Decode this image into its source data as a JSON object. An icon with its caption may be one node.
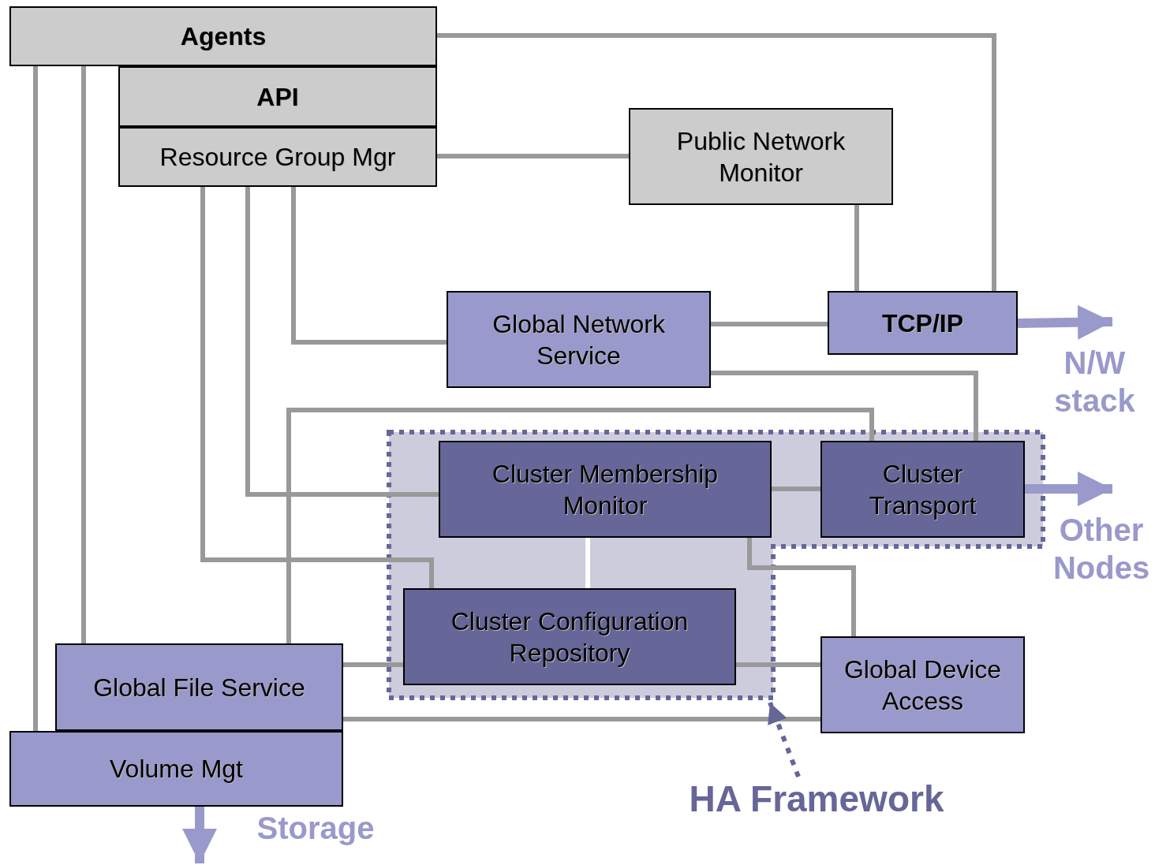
{
  "diagram": {
    "nodes": [
      {
        "text": [
          "Agents"
        ]
      },
      {
        "text": [
          "API"
        ]
      },
      {
        "text": [
          "Resource Group Mgr"
        ]
      },
      {
        "text": [
          "Public Network Monitor"
        ]
      },
      {
        "text": [
          "Global Network Service"
        ]
      },
      {
        "text": [
          "TCP/IP"
        ]
      },
      {
        "text": [],
        "shape": "box"
      },
      {
        "text": [
          "Cluster Membership Monitor"
        ],
        "in": 6
      },
      {
        "text": [
          "Cluster Transport"
        ],
        "in": 6
      },
      {
        "text": [
          "Cluster Configuration Repository"
        ],
        "in": 6
      },
      {
        "text": [
          "Global File Service"
        ]
      },
      {
        "text": [
          "Volume Mgt"
        ]
      },
      {
        "text": [
          "Global Device Access"
        ]
      },
      {
        "text": [
          "HA Framework"
        ]
      }
    ],
    "edges": [
      {
        "from": 0,
        "to": 5,
        "arrow": "none"
      },
      {
        "from": 0,
        "to": 11,
        "arrow": "none"
      },
      {
        "from": 0,
        "to": 10,
        "arrow": "none"
      },
      {
        "from": 2,
        "to": 3,
        "arrow": "none"
      },
      {
        "from": 2,
        "to": 4,
        "arrow": "none"
      },
      {
        "from": 2,
        "to": 7,
        "arrow": "none"
      },
      {
        "from": 2,
        "to": 9,
        "arrow": "none"
      },
      {
        "from": 3,
        "to": 5,
        "arrow": "none"
      },
      {
        "from": 4,
        "to": 5,
        "arrow": "none"
      },
      {
        "from": 4,
        "to": 8,
        "arrow": "none"
      },
      {
        "from": 10,
        "to": 8,
        "arrow": "none"
      },
      {
        "from": 7,
        "to": 8,
        "arrow": "none"
      },
      {
        "from": 7,
        "to": 9,
        "arrow": "none",
        "color": "#ffffff"
      },
      {
        "from": 7,
        "to": 12,
        "arrow": "none"
      },
      {
        "from": 10,
        "to": 9,
        "arrow": "none"
      },
      {
        "from": 9,
        "to": 12,
        "arrow": "none"
      },
      {
        "from": 10,
        "to": 12,
        "arrow": "none"
      },
      {
        "from": 5,
        "to": null,
        "arrow": "to",
        "style": "thick",
        "color": "#9999cc"
      },
      {
        "from": 8,
        "to": null,
        "arrow": "to",
        "style": "thick",
        "color": "#9999cc"
      },
      {
        "from": 11,
        "to": null,
        "arrow": "to",
        "style": "thick",
        "color": "#9999cc"
      },
      {
        "from": 13,
        "to": 6,
        "arrow": "to",
        "style": "dashed",
        "color": "#666699"
      }
    ],
    "labels": [
      "N/W stack",
      "Other Nodes",
      "Storage"
    ]
  }
}
